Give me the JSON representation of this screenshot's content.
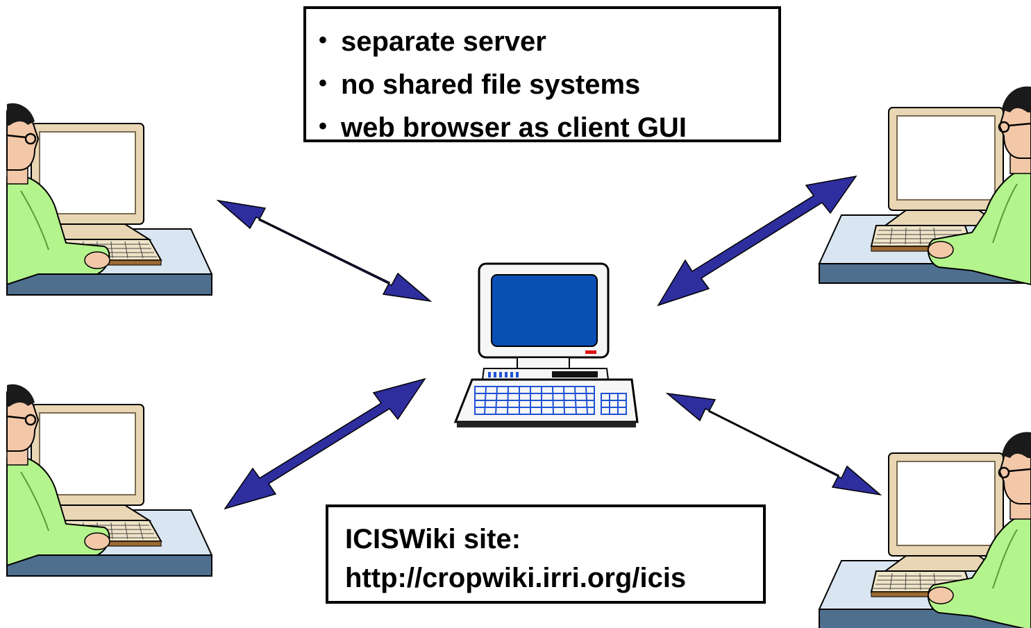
{
  "features": {
    "bullet": "•",
    "items": [
      "separate server",
      "no shared file systems",
      "web browser as client GUI"
    ]
  },
  "site": {
    "title": "ICISWiki site:",
    "url": "http://cropwiki.irri.org/icis"
  },
  "colors": {
    "arrow": "#2e2e9e",
    "server_screen": "#0a4fb4",
    "shirt": "#b4f48c",
    "desk": "#4f6f8f",
    "keyboard_keys": "#1f52d6",
    "indicator": "#e01010"
  },
  "icons": {
    "server": "server-computer-icon",
    "client": "user-at-computer-icon"
  }
}
